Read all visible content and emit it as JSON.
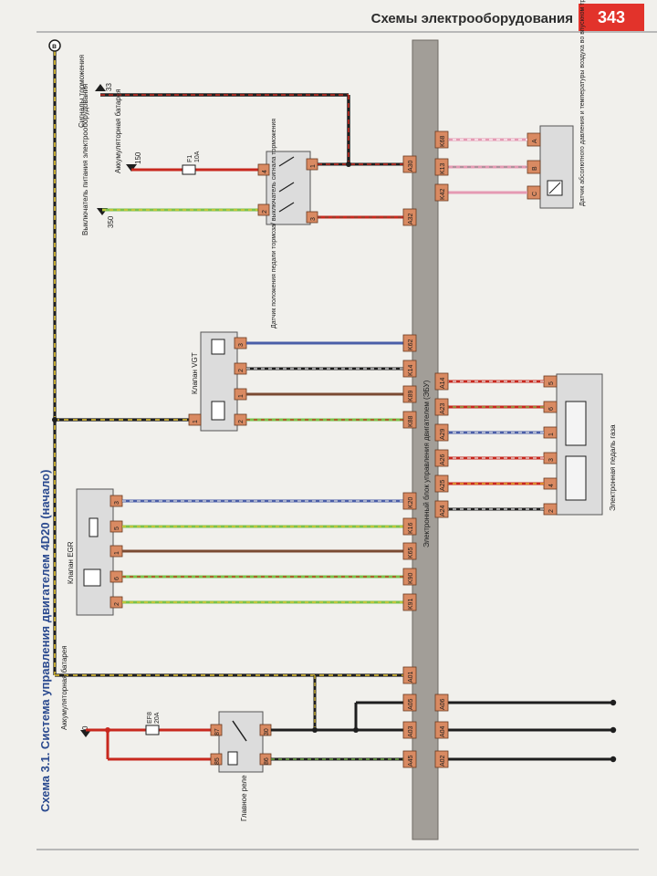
{
  "header": {
    "title": "Схемы электрооборудования",
    "page_number": "343"
  },
  "scheme_title": "Схема 3.1. Система управления двигателем 4D20 (начало)",
  "ecu_label": "Электронный блок управления двигателем (ЭБУ)",
  "ground_marker": "в",
  "components": {
    "battery_top": {
      "label": "Аккумуляторная батарея",
      "terminal": "0"
    },
    "fuse_ef8": {
      "name": "EF8",
      "rating": "20A"
    },
    "main_relay": {
      "label": "Главное реле",
      "pins": [
        "85",
        "86",
        "87",
        "30"
      ]
    },
    "egr_valve": {
      "label": "Клапан EGR",
      "pins": [
        "3",
        "5",
        "1",
        "6",
        "2"
      ]
    },
    "vgt_valve": {
      "label": "Клапан VGT",
      "pins": [
        "3",
        "2",
        "1",
        "1",
        "2"
      ]
    },
    "pedal_position": {
      "label": "Датчик положения педали тормоза/ выключатель сигнала торможения",
      "pins": [
        "1",
        "4",
        "2",
        "3"
      ]
    },
    "battery_mid": {
      "label": "Аккумуляторная батарея",
      "terminal": "150"
    },
    "fuse_f1": {
      "name": "F1",
      "rating": "10A"
    },
    "ignition_switch": {
      "label": "Выключатель питания электрооборудования",
      "terminal": "350"
    },
    "brake_signals": {
      "label": "Сигналы торможения",
      "terminal": "33"
    },
    "map_sensor": {
      "label": "Датчик абсолютного давления и температуры воздуха во впускном трубопроводе",
      "pins": [
        "A",
        "B",
        "C"
      ]
    },
    "throttle_pedal": {
      "label": "Электронная педаль газа",
      "pins": [
        "5",
        "6",
        "1",
        "3",
        "4",
        "2"
      ]
    }
  },
  "ecu_pins_left": [
    "A45",
    "A03",
    "A05",
    "A01",
    "K91",
    "K90",
    "K65",
    "K16",
    "K20",
    "K88",
    "K89",
    "K14",
    "K62",
    "A32",
    "A30"
  ],
  "ecu_pins_right": [
    "A02",
    "A04",
    "A06",
    "A24",
    "A25",
    "A26",
    "A29",
    "A23",
    "A14",
    "K42",
    "K13",
    "K68"
  ],
  "colors": {
    "ecu_bar": "#a29e98",
    "pin_box": "#d98a62",
    "red": "#c8281e",
    "black": "#1e1e1e",
    "yellow": "#e8c733",
    "green": "#7cc24a",
    "blue": "#4a5ea8",
    "brown": "#7a4a32",
    "pink": "#e59ab3",
    "gray": "#8e8e8e",
    "title_blue": "#2b4a8f",
    "page_red": "#e2332b"
  }
}
